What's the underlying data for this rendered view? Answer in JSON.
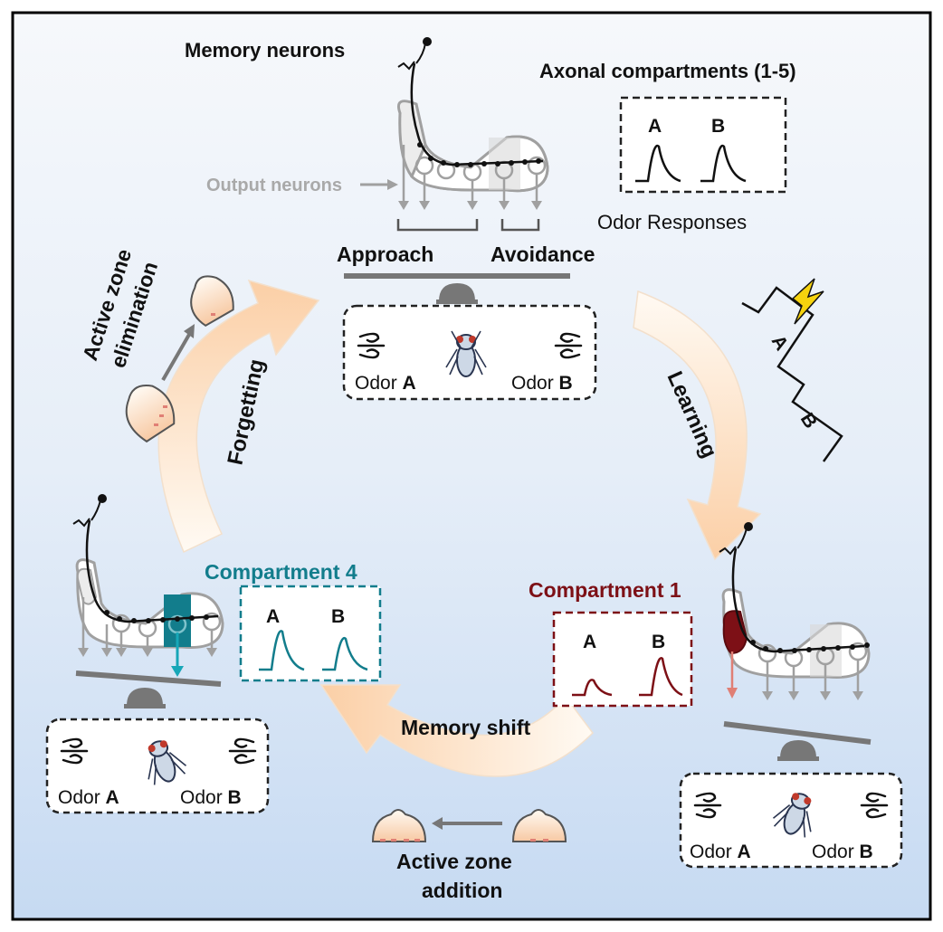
{
  "title_top": "Memory neurons",
  "output_neurons": "Output neurons",
  "approach": "Approach",
  "avoidance": "Avoidance",
  "axonal_compartments": "Axonal compartments (1-5)",
  "odor_responses": "Odor Responses",
  "letter_a": "A",
  "letter_b": "B",
  "odor_word": "Odor",
  "learning": "Learning",
  "forgetting": "Forgetting",
  "memory_shift": "Memory shift",
  "active_zone_elimination": [
    "Active zone",
    "elimination"
  ],
  "active_zone_addition": [
    "Active zone",
    "addition"
  ],
  "compartment_4": "Compartment 4",
  "compartment_1": "Compartment 1",
  "colors": {
    "background_top": "#f6f8fb",
    "background_bottom": "#c9dcf2",
    "output_gray": "#a9a9a9",
    "teal": "#127d8c",
    "dark_red": "#7d1016",
    "arrow_light": "#fff6ea",
    "arrow_dark": "#fbcfa6",
    "bolt": "#f6d30e"
  }
}
